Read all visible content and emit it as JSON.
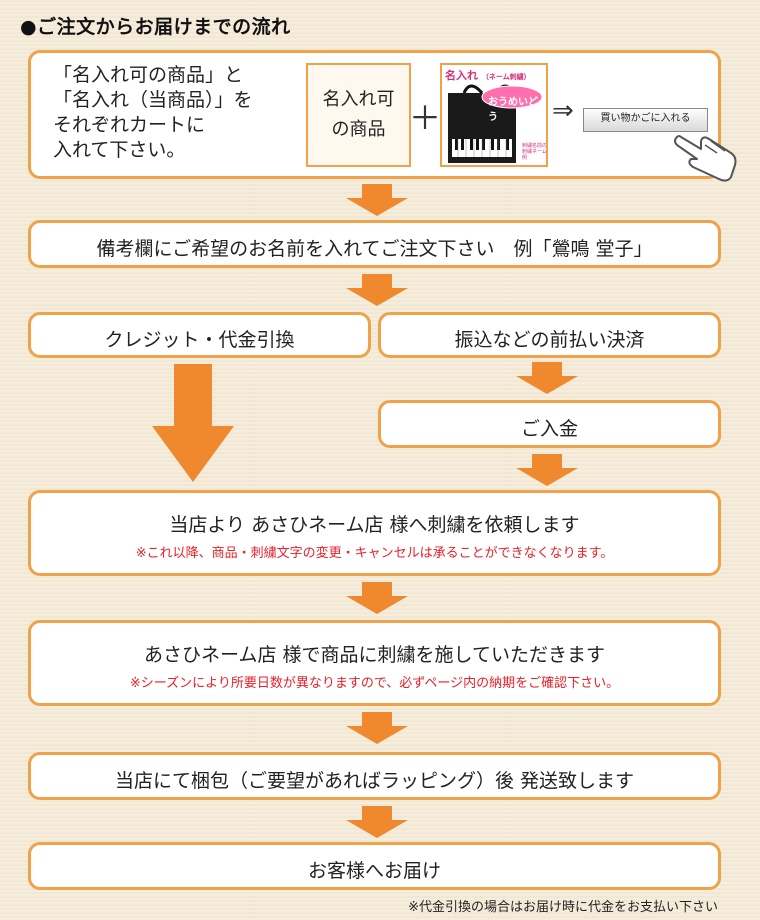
{
  "header": {
    "title": "●ご注文からお届けまでの流れ"
  },
  "step1": {
    "lines": [
      "「名入れ可の商品」と",
      "「名入れ（当商品）」を",
      "それぞれカートに",
      "入れて下さい。"
    ],
    "card_label_1": "名入れ可",
    "card_label_2": "の商品",
    "plus": "＋",
    "arrow": "⇒",
    "cart_button": "買い物かごに入れる",
    "product": {
      "title": "名入れ",
      "subtitle": "（ネーム刺繍）",
      "sample_name": "おうめいどう",
      "note": "刺繍名前の\n刺繍ネーム例"
    }
  },
  "step2": {
    "text": "備考欄にご希望のお名前を入れてご注文下さい　例「鶯鳴 堂子」"
  },
  "branch_left": {
    "text": "クレジット・代金引換"
  },
  "branch_right": {
    "text": "振込などの前払い決済"
  },
  "deposit": {
    "text": "ご入金"
  },
  "step4": {
    "text": "当店より あさひネーム店 様へ刺繍を依頼します",
    "note": "※これ以降、商品・刺繍文字の変更・キャンセルは承ることができなくなります。"
  },
  "step5": {
    "text": "あさひネーム店 様で商品に刺繍を施していただきます",
    "note": "※シーズンにより所要日数が異なりますので、必ずページ内の納期をご確認下さい。"
  },
  "step6": {
    "text": "当店にて梱包（ご要望があればラッピング）後 発送致します"
  },
  "step7": {
    "text": "お客様へお届け"
  },
  "footer": {
    "note": "※代金引換の場合はお届け時に代金をお支払い下さい"
  },
  "colors": {
    "accent": "#f0a24a",
    "arrow": "#f0892e",
    "note_red": "#e8202a",
    "background": "#f6ecd9"
  }
}
